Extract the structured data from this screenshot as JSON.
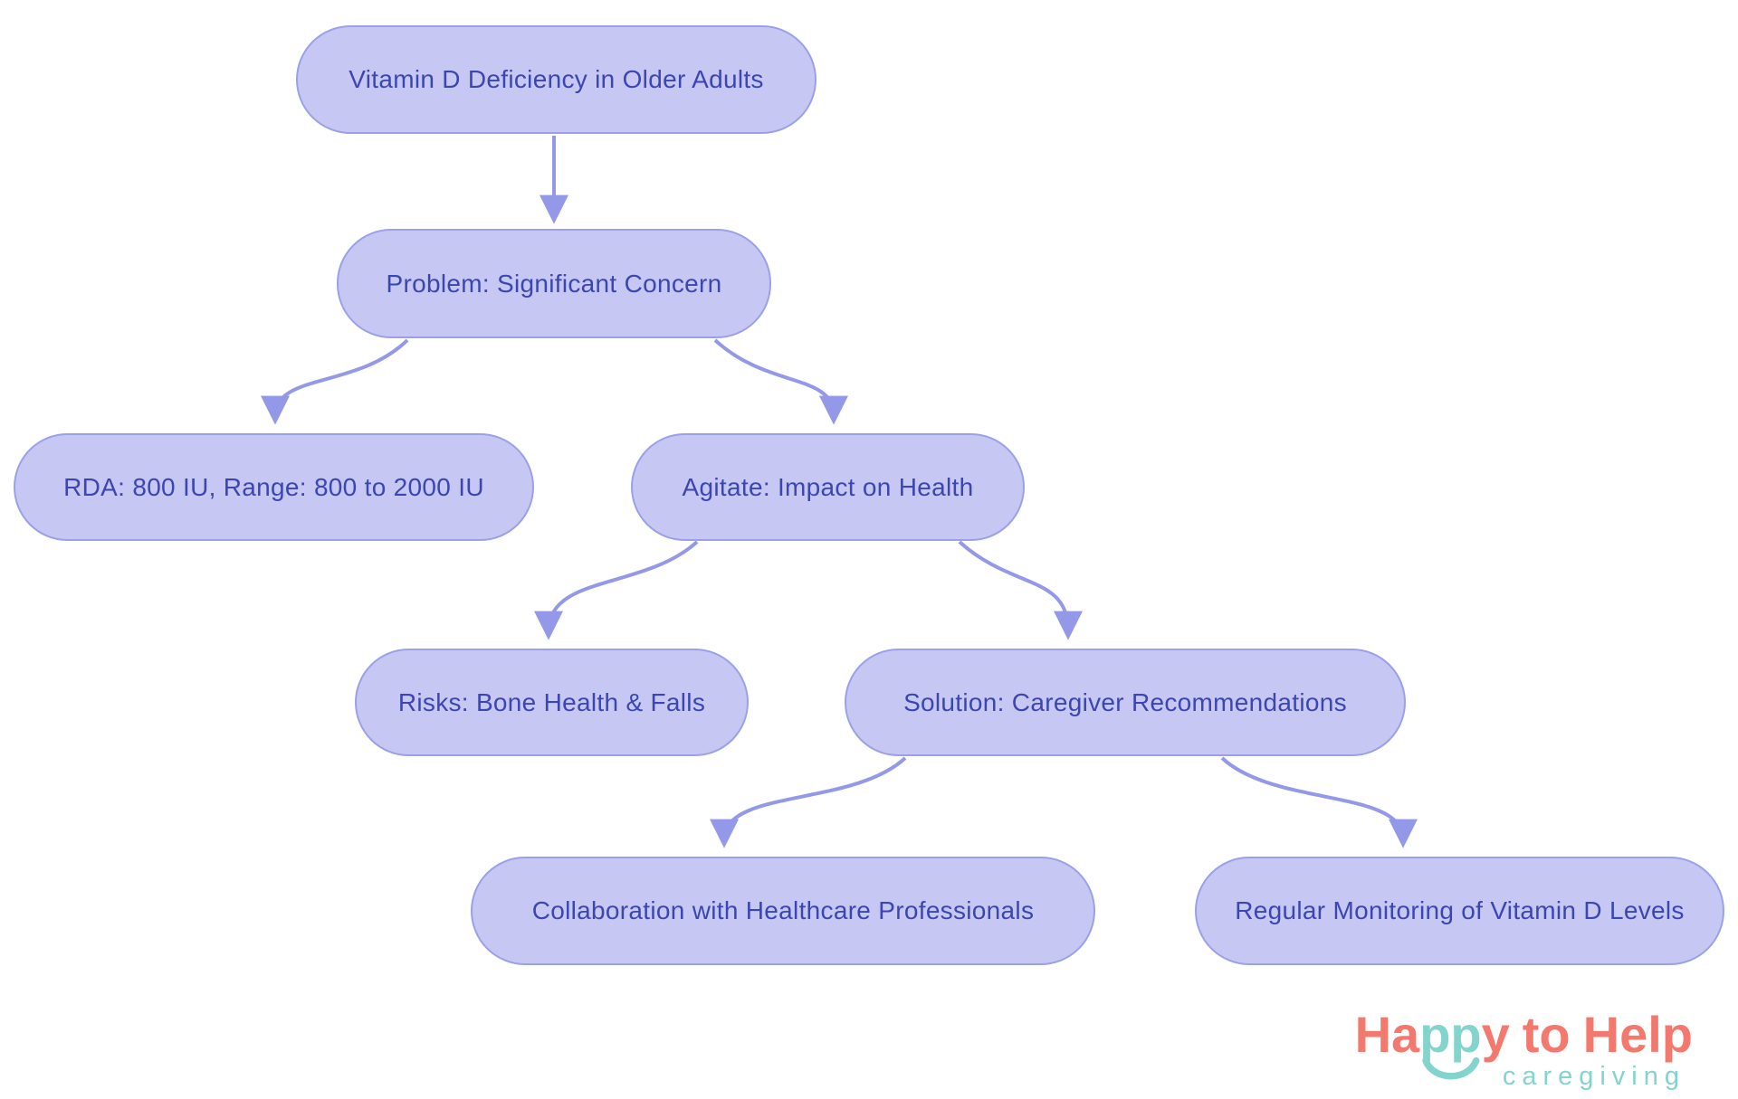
{
  "diagram": {
    "type": "flowchart",
    "nodes": [
      {
        "id": "vitamin-d-deficiency",
        "label": "Vitamin D Deficiency in Older Adults"
      },
      {
        "id": "problem",
        "label": "Problem: Significant Concern"
      },
      {
        "id": "rda",
        "label": "RDA: 800 IU, Range: 800 to 2000 IU"
      },
      {
        "id": "agitate",
        "label": "Agitate: Impact on Health"
      },
      {
        "id": "risks",
        "label": "Risks: Bone Health & Falls"
      },
      {
        "id": "solution",
        "label": "Solution: Caregiver Recommendations"
      },
      {
        "id": "collaboration",
        "label": "Collaboration with Healthcare Professionals"
      },
      {
        "id": "monitoring",
        "label": "Regular Monitoring of Vitamin D Levels"
      }
    ],
    "edges": [
      {
        "from": "vitamin-d-deficiency",
        "to": "problem"
      },
      {
        "from": "problem",
        "to": "rda"
      },
      {
        "from": "problem",
        "to": "agitate"
      },
      {
        "from": "agitate",
        "to": "risks"
      },
      {
        "from": "agitate",
        "to": "solution"
      },
      {
        "from": "solution",
        "to": "collaboration"
      },
      {
        "from": "solution",
        "to": "monitoring"
      }
    ],
    "colors": {
      "node_fill": "#c7c7f3",
      "node_border": "#9ba0e8",
      "node_text": "#3b46b1",
      "arrow": "#9398e8"
    }
  },
  "logo": {
    "happy_prefix": "Ha",
    "happy_pp": "pp",
    "happy_suffix": "y",
    "word_to": "to",
    "word_help": "Help",
    "tagline": "caregiving",
    "colors": {
      "coral": "#f3796e",
      "teal": "#82d4cc"
    }
  }
}
